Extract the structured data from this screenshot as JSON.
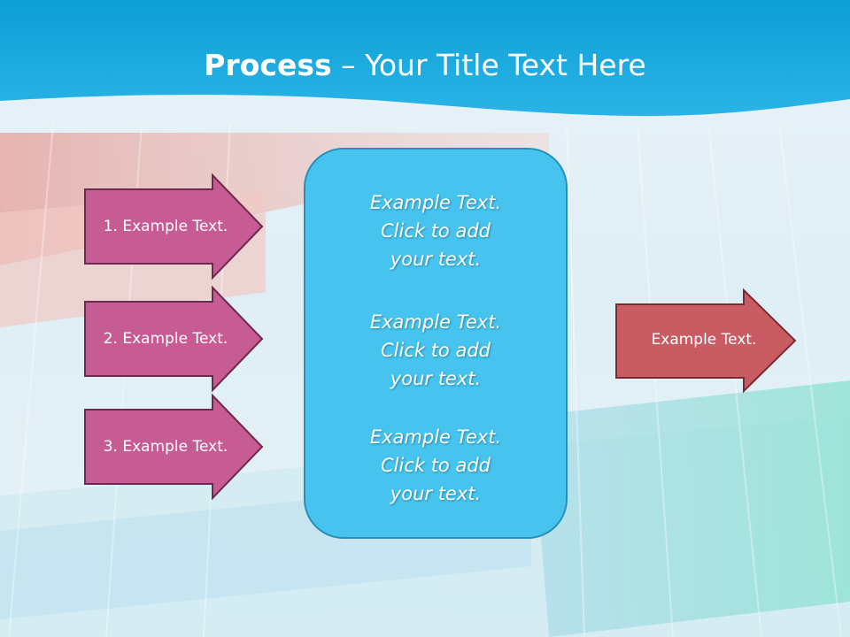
{
  "title": {
    "bold": "Process",
    "rest": " – Your Title Text Here"
  },
  "left_arrows": [
    {
      "label": "1. Example Text."
    },
    {
      "label": "2. Example Text."
    },
    {
      "label": "3. Example Text."
    }
  ],
  "center_box": {
    "blocks": [
      {
        "line1": "Example Text.",
        "line2": "Click  to add",
        "line3": "your text."
      },
      {
        "line1": "Example Text.",
        "line2": "Click  to add",
        "line3": "your text."
      },
      {
        "line1": "Example Text.",
        "line2": "Click  to add",
        "line3": "your text."
      }
    ]
  },
  "right_arrow": {
    "label": "Example Text."
  },
  "colors": {
    "header_blue": "#1aa6dc",
    "left_arrow_fill": "#c75b94",
    "left_arrow_border": "#6e2a4e",
    "center_box_fill": "#46c4ef",
    "center_box_border": "#2a8fb8",
    "right_arrow_fill": "#c95c63",
    "right_arrow_border": "#7a2a30"
  }
}
